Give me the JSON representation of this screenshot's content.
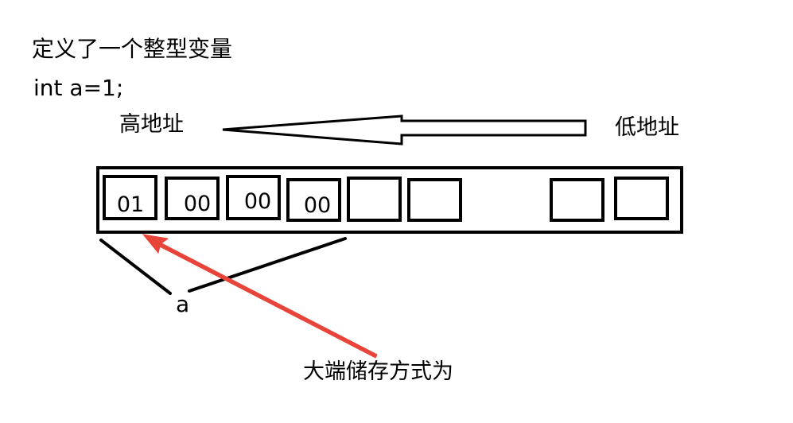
{
  "title": "定义了一个整型变量",
  "code": "int a=1;",
  "address_labels": {
    "high": "高地址",
    "low": "低地址"
  },
  "memory": {
    "bytes": [
      {
        "value": "01"
      },
      {
        "value": "00"
      },
      {
        "value": "00"
      },
      {
        "value": "00"
      },
      {
        "value": ""
      },
      {
        "value": ""
      },
      {
        "value": ""
      },
      {
        "value": ""
      }
    ]
  },
  "variable_label": "a",
  "caption": "大端储存方式为",
  "colors": {
    "stroke": "#000000",
    "pointer_arrow": "#e8443a"
  }
}
